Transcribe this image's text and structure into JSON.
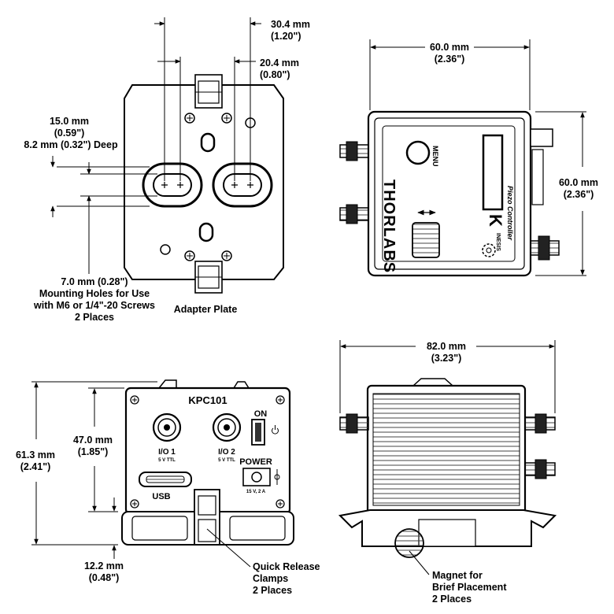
{
  "views": {
    "top_left": {
      "caption": "Adapter Plate",
      "dim_hole_spacing_outer": {
        "mm": "30.4 mm",
        "in": "(1.20\")"
      },
      "dim_hole_spacing_inner": {
        "mm": "20.4 mm",
        "in": "(0.80\")"
      },
      "dim_slot": {
        "mm": "15.0 mm",
        "in": "(0.59\")",
        "depth": "8.2 mm (0.32\") Deep"
      },
      "dim_hole": {
        "line1": "7.0 mm (0.28\")",
        "line2": "Mounting Holes for Use",
        "line3": "with M6 or 1/4\"-20 Screws",
        "line4": "2 Places"
      }
    },
    "top_right": {
      "dim_width": {
        "mm": "60.0 mm",
        "in": "(2.36\")"
      },
      "dim_height": {
        "mm": "60.0 mm",
        "in": "(2.36\")"
      },
      "brand": "THORLABS",
      "button_label": "MENU",
      "product_label": "Piezo Controller",
      "kinesis_k": "K",
      "kinesis_text": "INESIS"
    },
    "bottom_left": {
      "model": "KPC101",
      "io1": "I/O 1",
      "io2": "I/O 2",
      "io_spec": "5 V TTL",
      "on_label": "ON",
      "power_label": "POWER",
      "power_spec": "15 V, 2 A",
      "usb_label": "USB",
      "dim_total_height": {
        "mm": "61.3 mm",
        "in": "(2.41\")"
      },
      "dim_body_height": {
        "mm": "47.0 mm",
        "in": "(1.85\")"
      },
      "dim_base_height": {
        "mm": "12.2 mm",
        "in": "(0.48\")"
      },
      "clamp_note": {
        "line1": "Quick Release",
        "line2": "Clamps",
        "line3": "2 Places"
      }
    },
    "bottom_right": {
      "dim_length": {
        "mm": "82.0 mm",
        "in": "(3.23\")"
      },
      "magnet_note": {
        "line1": "Magnet for",
        "line2": "Brief Placement",
        "line3": "2 Places"
      }
    }
  }
}
